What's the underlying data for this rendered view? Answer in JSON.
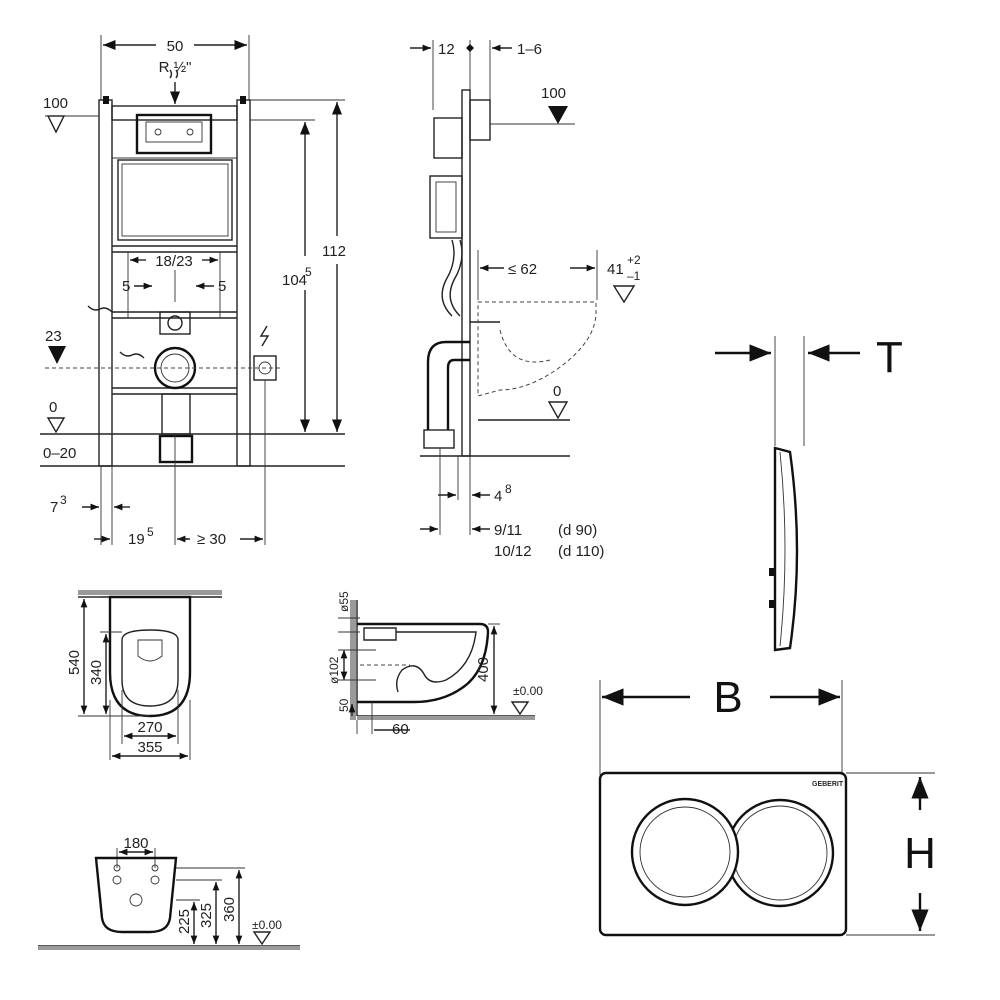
{
  "front_view": {
    "width": "50",
    "thread": "R ½\"",
    "level_top": "100",
    "level_mid": "23",
    "level_floor": "0",
    "floor_range": "0–20",
    "height_total": "112",
    "height_frame_main": "104",
    "height_frame_sup": "5",
    "pipe_spacing": "18/23",
    "offset_left": "5",
    "offset_right": "5",
    "foot_offset_main": "7",
    "foot_offset_sup": "3",
    "center_offset_main": "19",
    "center_offset_sup": "5",
    "electrical_offset": "≥ 30"
  },
  "side_view": {
    "depth_top": "12",
    "depth_range": "1–6",
    "level_top": "100",
    "projection": "≤ 62",
    "seat_height_main": "41",
    "seat_tol_plus": "+2",
    "seat_tol_minus": "–1",
    "level_floor": "0",
    "foot_depth_main": "4",
    "foot_depth_sup": "8",
    "pipe_depth_90": "9/11",
    "pipe_label_90": "(d 90)",
    "pipe_depth_110": "10/12",
    "pipe_label_110": "(d 110)"
  },
  "bowl_top": {
    "length": "540",
    "inner_length": "340",
    "inner_width": "270",
    "width": "355"
  },
  "bowl_side": {
    "inlet_dia": "ø55",
    "outlet_dia": "ø102",
    "height": "400",
    "bottom": "50",
    "depth_offset": "60",
    "level": "±0.00"
  },
  "bowl_back": {
    "bolt_spacing": "180",
    "h1": "225",
    "h2": "325",
    "h3": "360",
    "level": "±0.00"
  },
  "plate": {
    "thickness_label": "T",
    "width_label": "B",
    "height_label": "H",
    "brand": "GEBERIT"
  }
}
